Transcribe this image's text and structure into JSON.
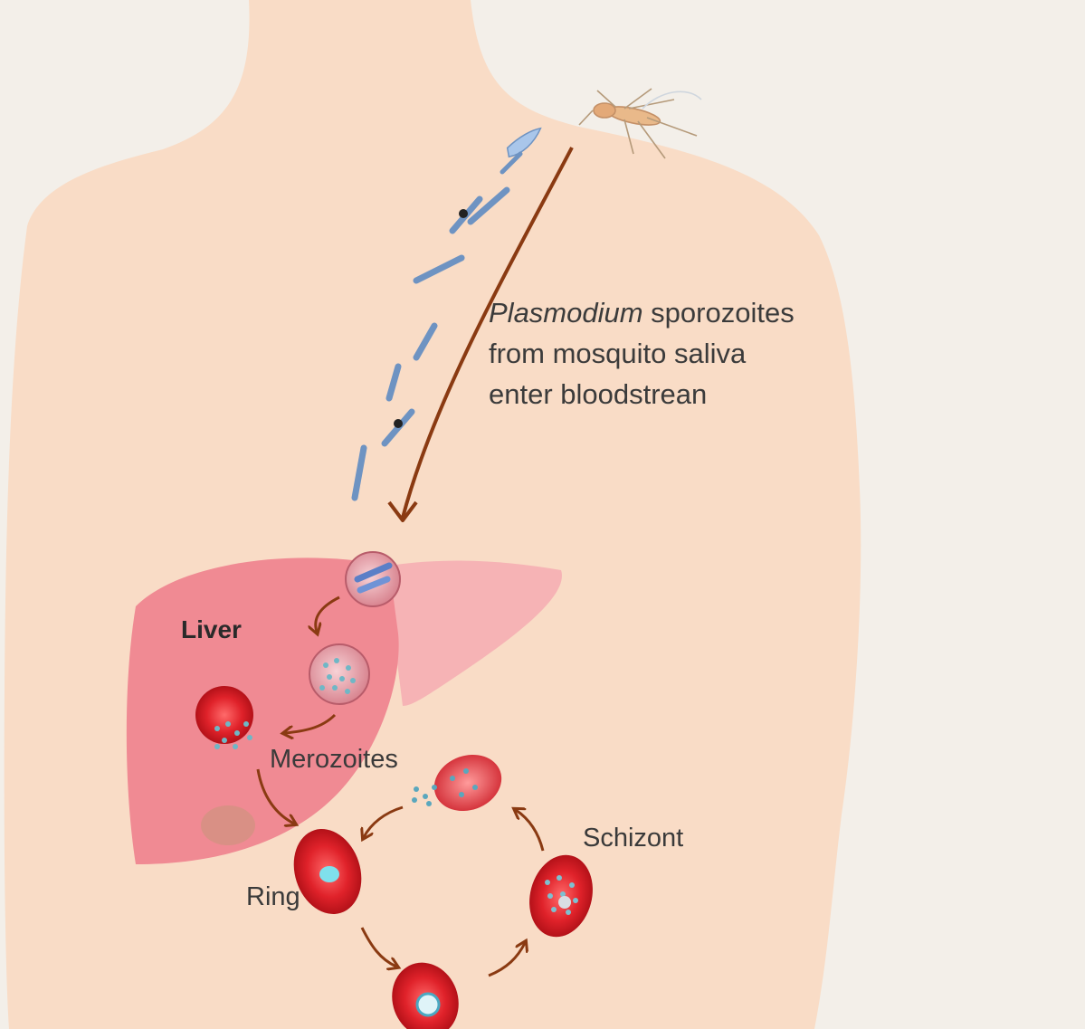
{
  "caption": {
    "line1_italic": "Plasmodium",
    "line1_rest": " sporozoites",
    "line2": "from mosquito saliva",
    "line3": "enter bloodstrean"
  },
  "labels": {
    "liver": "Liver",
    "merozoites": "Merozoites",
    "schizont": "Schizont",
    "ring": "Ring"
  },
  "colors": {
    "background": "#f3efe9",
    "skin": "#f9dcc6",
    "liver": "#f08a93",
    "liver_light": "#f6b3b5",
    "red_blood_cell": "#c8161d",
    "arrow": "#8a3a12",
    "sporozoite": "#a9c6ea",
    "merozoite": "#6fb7c6"
  },
  "icons": [
    "mosquito-icon",
    "sporozoite-icon",
    "red-blood-cell-icon",
    "hepatocyte-icon"
  ]
}
